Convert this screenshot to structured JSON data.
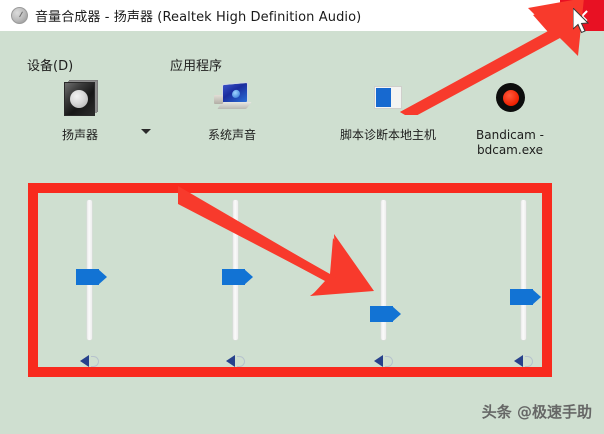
{
  "window": {
    "title": "音量合成器 - 扬声器 (Realtek High Definition Audio)",
    "titlebar_icon": "volume-mixer-icon",
    "close_label": "✕"
  },
  "headers": {
    "devices": "设备(D)",
    "applications": "应用程序"
  },
  "devices": [
    {
      "label": "扬声器",
      "icon": "speaker-device-icon",
      "has_dropdown": true,
      "slider_value": 50,
      "muted": false
    }
  ],
  "applications": [
    {
      "label": "系统声音",
      "icon": "system-sounds-monitor-icon",
      "slider_value": 50,
      "muted": false
    },
    {
      "label": "脚本诊断本地主机",
      "icon": "script-host-icon",
      "slider_value": 24,
      "muted": false
    },
    {
      "label": "Bandicam -\nbdcam.exe",
      "icon": "bandicam-record-icon",
      "slider_value": 36,
      "muted": false
    }
  ],
  "annotations": {
    "box_color": "#f82a1e",
    "arrow_color": "#f83a2c",
    "arrow_to_close": "arrow-pointing-to-close-button",
    "arrow_to_slider": "arrow-pointing-to-app-volume-slider"
  },
  "colors": {
    "background": "#cfdfd0",
    "titlebar": "#ffffff",
    "close_highlight": "#e81123",
    "slider_thumb": "#1273d4",
    "annotation_red": "#f82a1e"
  },
  "watermark": {
    "text": "头条 @极速手助"
  }
}
